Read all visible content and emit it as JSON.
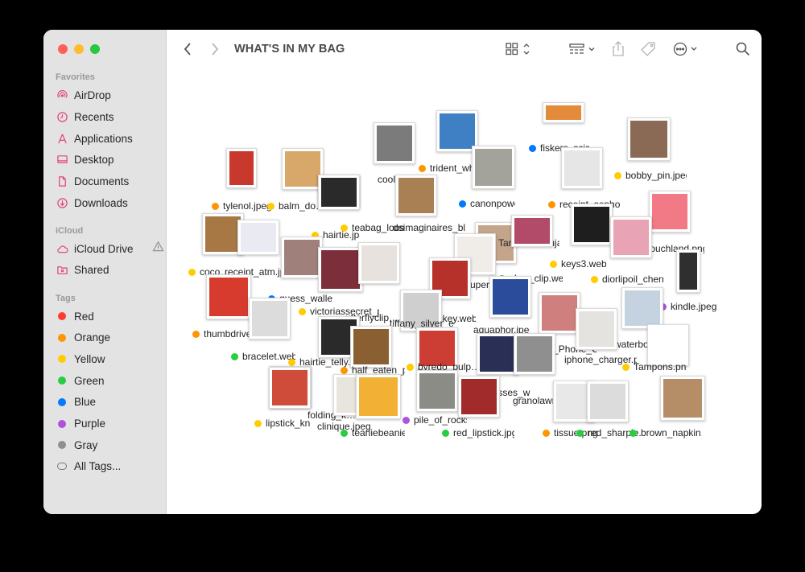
{
  "window": {
    "title": "WHAT'S IN MY BAG"
  },
  "sidebar": {
    "favorites_heading": "Favorites",
    "favorites": [
      {
        "label": "AirDrop",
        "icon": "airdrop-icon"
      },
      {
        "label": "Recents",
        "icon": "clock-icon"
      },
      {
        "label": "Applications",
        "icon": "applications-icon"
      },
      {
        "label": "Desktop",
        "icon": "desktop-icon"
      },
      {
        "label": "Documents",
        "icon": "document-icon"
      },
      {
        "label": "Downloads",
        "icon": "download-icon"
      }
    ],
    "icloud_heading": "iCloud",
    "icloud": [
      {
        "label": "iCloud Drive",
        "icon": "cloud-icon"
      },
      {
        "label": "Shared",
        "icon": "shared-folder-icon"
      }
    ],
    "tags_heading": "Tags",
    "tags": [
      {
        "label": "Red",
        "color": "#ff3b30"
      },
      {
        "label": "Orange",
        "color": "#ff9500"
      },
      {
        "label": "Yellow",
        "color": "#ffcc00"
      },
      {
        "label": "Green",
        "color": "#28cd41"
      },
      {
        "label": "Blue",
        "color": "#007aff"
      },
      {
        "label": "Purple",
        "color": "#af52de"
      },
      {
        "label": "Gray",
        "color": "#8e8e93"
      },
      {
        "label": "All Tags...",
        "color": ""
      }
    ],
    "accent_color": "#e0457b"
  },
  "files": [
    {
      "name": "tylenol.jpeg",
      "tag": "#ff9500",
      "color": "#c8382c"
    },
    {
      "name": "balm_do…m.webp",
      "tag": "#ffcc00",
      "color": "#d7a86a"
    },
    {
      "name": "trident_white.webp",
      "tag": "#ff9500",
      "color": "#3f7fc4"
    },
    {
      "name": "fiskers_scissors.png",
      "tag": "#007aff",
      "color": "#e38b3a"
    },
    {
      "name": "bobby_pin.jpeg",
      "tag": "#ffcc00",
      "color": "#8a6a55"
    },
    {
      "name": "cool.png",
      "tag": "",
      "color": "#7b7b7b"
    },
    {
      "name": "canonpowershot.jpeg",
      "tag": "#007aff",
      "color": "#a3a39b"
    },
    {
      "name": "receipt_sephora.jpeg",
      "tag": "#ff9500",
      "color": "#e6e6e6"
    },
    {
      "name": "teabag_loose.jpeg",
      "tag": "#ffcc00",
      "color": "#c23a2c"
    },
    {
      "name": "dsimaginaires_bla…bet.webp",
      "tag": "",
      "color": "#a98054"
    },
    {
      "name": "hairtie.jpeg",
      "tag": "#ffcc00",
      "color": "#2a2a2a"
    },
    {
      "name": "touchland.png",
      "tag": "#ffcc00",
      "color": "#f27a86"
    },
    {
      "name": "Tarte Maracuja Juicy Cr…Ego.jpeg",
      "tag": "#ff9500",
      "color": "#c4a58a"
    },
    {
      "name": "keys3.webp",
      "tag": "#ffcc00",
      "color": "#1e1e1e"
    },
    {
      "name": "coco…",
      "tag": "#ffcc00",
      "color": "#a77843"
    },
    {
      "name": "receipt_atm.jpeg",
      "tag": "",
      "color": "#e9eaf2"
    },
    {
      "name": "claw_clip.webp",
      "tag": "#28cd41",
      "color": "#b24a6a"
    },
    {
      "name": "diorlipoil_cherry.…",
      "tag": "#ffcc00",
      "color": "#e8a4b4"
    },
    {
      "name": "supergoop_sunscreen.png",
      "tag": "",
      "color": "#f0ede9"
    },
    {
      "name": "guess_wallet.webp",
      "tag": "#007aff",
      "color": "#a0807a"
    },
    {
      "name": "kindle.jpeg",
      "tag": "#af52de",
      "color": "#2f2f2f"
    },
    {
      "name": "victoriassecret_perfu…are.webp",
      "tag": "#ffcc00",
      "color": "#7c2f3a"
    },
    {
      "name": "utterflyclip…",
      "tag": "",
      "color": "#e7e2de"
    },
    {
      "name": "winekey.webp",
      "tag": "#ff9500",
      "color": "#b7312b"
    },
    {
      "name": "aquaphor.jpeg",
      "tag": "",
      "color": "#2b4b9b"
    },
    {
      "name": "thumbdrive_tomato2.webp",
      "tag": "#ff9500",
      "color": "#d63b2e"
    },
    {
      "name": "tiffany_silver_earrings.jpeg",
      "tag": "",
      "color": "#cfcfcf"
    },
    {
      "name": "waterbottle.jpeg",
      "tag": "#af52de",
      "color": "#c5d3e0"
    },
    {
      "name": "Lips_Phone_Case.png",
      "tag": "#28cd41",
      "color": "#d07f7f"
    },
    {
      "name": "bracelet.webp",
      "tag": "#28cd41",
      "color": "#dcdcdc"
    },
    {
      "name": "iphone_charger.png",
      "tag": "",
      "color": "#e5e3df"
    },
    {
      "name": "hairtie_telly.jpeg",
      "tag": "#ffcc00",
      "color": "#2a2a2a"
    },
    {
      "name": "half_eaten_p…",
      "tag": "#ff9500",
      "color": "#8a6033"
    },
    {
      "name": "byredo_pulp…",
      "tag": "#ffcc00",
      "color": "#cc3d33"
    },
    {
      "name": "Tampons.png",
      "tag": "#ffcc00",
      "color": "#ffffff"
    },
    {
      "name": "sunglasses_with_case.jpeg",
      "tag": "#007aff",
      "color": "#2a2f55"
    },
    {
      "name": "granolawrapheart.webp",
      "tag": "",
      "color": "#8f8f8f"
    },
    {
      "name": "folding_k…",
      "tag": "",
      "color": "#b9876a"
    },
    {
      "name": "lipstick_knife.jpeg",
      "tag": "#ffcc00",
      "color": "#cf4b3a"
    },
    {
      "name": "clinique.jpeg",
      "tag": "",
      "color": "#e8e5df"
    },
    {
      "name": "pile_of_rocks.jpeg",
      "tag": "#af52de",
      "color": "#8c8c86"
    },
    {
      "name": "teaniebeanie_inch.png",
      "tag": "#28cd41",
      "color": "#f2b035"
    },
    {
      "name": "red_lipstick.jpg",
      "tag": "#28cd41",
      "color": "#a12a2a"
    },
    {
      "name": "tissue.png",
      "tag": "#ff9500",
      "color": "#e8e8e8"
    },
    {
      "name": "red_sharpie.jpeg",
      "tag": "#28cd41",
      "color": "#dcdcdc"
    },
    {
      "name": "brown_napkin.jpg",
      "tag": "#28cd41",
      "color": "#b58d67"
    }
  ]
}
